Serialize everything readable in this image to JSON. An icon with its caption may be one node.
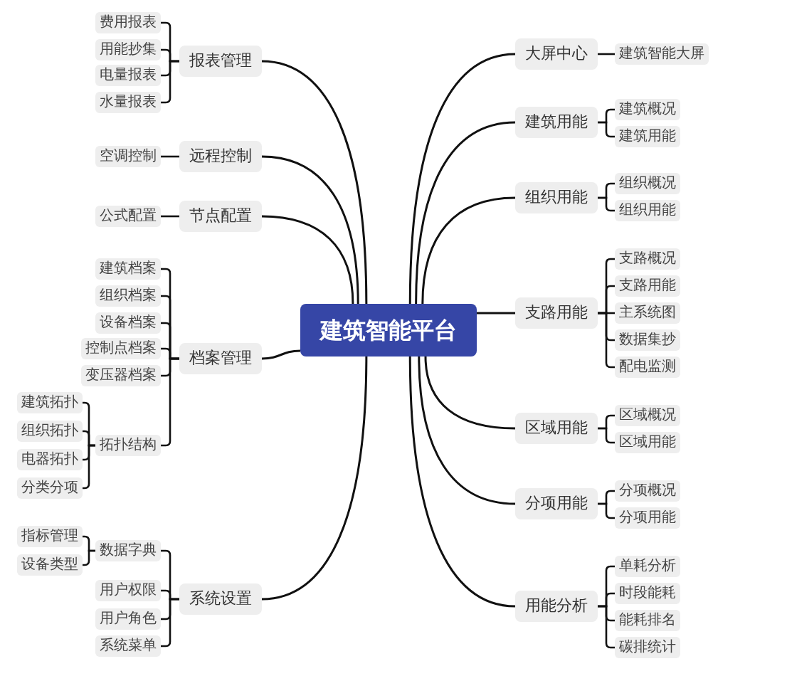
{
  "diagram": {
    "nodes": [
      {
        "text": [
          "建筑智能平台"
        ]
      },
      {
        "text": [
          "报表管理"
        ]
      },
      {
        "text": [
          "费用报表"
        ]
      },
      {
        "text": [
          "用能抄集"
        ]
      },
      {
        "text": [
          "电量报表"
        ]
      },
      {
        "text": [
          "水量报表"
        ]
      },
      {
        "text": [
          "远程控制"
        ]
      },
      {
        "text": [
          "空调控制"
        ]
      },
      {
        "text": [
          "节点配置"
        ]
      },
      {
        "text": [
          "公式配置"
        ]
      },
      {
        "text": [
          "档案管理"
        ]
      },
      {
        "text": [
          "建筑档案"
        ]
      },
      {
        "text": [
          "组织档案"
        ]
      },
      {
        "text": [
          "设备档案"
        ]
      },
      {
        "text": [
          "控制点档案"
        ]
      },
      {
        "text": [
          "变压器档案"
        ]
      },
      {
        "text": [
          "拓扑结构"
        ]
      },
      {
        "text": [
          "建筑拓扑"
        ]
      },
      {
        "text": [
          "组织拓扑"
        ]
      },
      {
        "text": [
          "电器拓扑"
        ]
      },
      {
        "text": [
          "分类分项"
        ]
      },
      {
        "text": [
          "系统设置"
        ]
      },
      {
        "text": [
          "数据字典"
        ]
      },
      {
        "text": [
          "指标管理"
        ]
      },
      {
        "text": [
          "设备类型"
        ]
      },
      {
        "text": [
          "用户权限"
        ]
      },
      {
        "text": [
          "用户角色"
        ]
      },
      {
        "text": [
          "系统菜单"
        ]
      },
      {
        "text": [
          "大屏中心"
        ]
      },
      {
        "text": [
          "建筑智能大屏"
        ]
      },
      {
        "text": [
          "建筑用能"
        ]
      },
      {
        "text": [
          "建筑概况"
        ]
      },
      {
        "text": [
          "建筑用能"
        ]
      },
      {
        "text": [
          "组织用能"
        ]
      },
      {
        "text": [
          "组织概况"
        ]
      },
      {
        "text": [
          "组织用能"
        ]
      },
      {
        "text": [
          "支路用能"
        ]
      },
      {
        "text": [
          "支路概况"
        ]
      },
      {
        "text": [
          "支路用能"
        ]
      },
      {
        "text": [
          "主系统图"
        ]
      },
      {
        "text": [
          "数据集抄"
        ]
      },
      {
        "text": [
          "配电监测"
        ]
      },
      {
        "text": [
          "区域用能"
        ]
      },
      {
        "text": [
          "区域概况"
        ]
      },
      {
        "text": [
          "区域用能"
        ]
      },
      {
        "text": [
          "分项用能"
        ]
      },
      {
        "text": [
          "分项概况"
        ]
      },
      {
        "text": [
          "分项用能"
        ]
      },
      {
        "text": [
          "用能分析"
        ]
      },
      {
        "text": [
          "单耗分析"
        ]
      },
      {
        "text": [
          "时段能耗"
        ]
      },
      {
        "text": [
          "能耗排名"
        ]
      },
      {
        "text": [
          "碳排统计"
        ]
      }
    ],
    "edges": [
      {
        "from": 0,
        "to": 1,
        "arrow": "none"
      },
      {
        "from": 1,
        "to": 2,
        "arrow": "none"
      },
      {
        "from": 1,
        "to": 3,
        "arrow": "none"
      },
      {
        "from": 1,
        "to": 4,
        "arrow": "none"
      },
      {
        "from": 1,
        "to": 5,
        "arrow": "none"
      },
      {
        "from": 0,
        "to": 6,
        "arrow": "none"
      },
      {
        "from": 6,
        "to": 7,
        "arrow": "none"
      },
      {
        "from": 0,
        "to": 8,
        "arrow": "none"
      },
      {
        "from": 8,
        "to": 9,
        "arrow": "none"
      },
      {
        "from": 0,
        "to": 10,
        "arrow": "none"
      },
      {
        "from": 10,
        "to": 11,
        "arrow": "none"
      },
      {
        "from": 10,
        "to": 12,
        "arrow": "none"
      },
      {
        "from": 10,
        "to": 13,
        "arrow": "none"
      },
      {
        "from": 10,
        "to": 14,
        "arrow": "none"
      },
      {
        "from": 10,
        "to": 15,
        "arrow": "none"
      },
      {
        "from": 10,
        "to": 16,
        "arrow": "none"
      },
      {
        "from": 16,
        "to": 17,
        "arrow": "none"
      },
      {
        "from": 16,
        "to": 18,
        "arrow": "none"
      },
      {
        "from": 16,
        "to": 19,
        "arrow": "none"
      },
      {
        "from": 16,
        "to": 20,
        "arrow": "none"
      },
      {
        "from": 0,
        "to": 21,
        "arrow": "none"
      },
      {
        "from": 21,
        "to": 22,
        "arrow": "none"
      },
      {
        "from": 22,
        "to": 23,
        "arrow": "none"
      },
      {
        "from": 22,
        "to": 24,
        "arrow": "none"
      },
      {
        "from": 21,
        "to": 25,
        "arrow": "none"
      },
      {
        "from": 21,
        "to": 26,
        "arrow": "none"
      },
      {
        "from": 21,
        "to": 27,
        "arrow": "none"
      },
      {
        "from": 0,
        "to": 28,
        "arrow": "none"
      },
      {
        "from": 28,
        "to": 29,
        "arrow": "none"
      },
      {
        "from": 0,
        "to": 30,
        "arrow": "none"
      },
      {
        "from": 30,
        "to": 31,
        "arrow": "none"
      },
      {
        "from": 30,
        "to": 32,
        "arrow": "none"
      },
      {
        "from": 0,
        "to": 33,
        "arrow": "none"
      },
      {
        "from": 33,
        "to": 34,
        "arrow": "none"
      },
      {
        "from": 33,
        "to": 35,
        "arrow": "none"
      },
      {
        "from": 0,
        "to": 36,
        "arrow": "none"
      },
      {
        "from": 36,
        "to": 37,
        "arrow": "none"
      },
      {
        "from": 36,
        "to": 38,
        "arrow": "none"
      },
      {
        "from": 36,
        "to": 39,
        "arrow": "none"
      },
      {
        "from": 36,
        "to": 40,
        "arrow": "none"
      },
      {
        "from": 36,
        "to": 41,
        "arrow": "none"
      },
      {
        "from": 0,
        "to": 42,
        "arrow": "none"
      },
      {
        "from": 42,
        "to": 43,
        "arrow": "none"
      },
      {
        "from": 42,
        "to": 44,
        "arrow": "none"
      },
      {
        "from": 0,
        "to": 45,
        "arrow": "none"
      },
      {
        "from": 45,
        "to": 46,
        "arrow": "none"
      },
      {
        "from": 45,
        "to": 47,
        "arrow": "none"
      },
      {
        "from": 0,
        "to": 48,
        "arrow": "none"
      },
      {
        "from": 48,
        "to": 49,
        "arrow": "none"
      },
      {
        "from": 48,
        "to": 50,
        "arrow": "none"
      },
      {
        "from": 48,
        "to": 51,
        "arrow": "none"
      },
      {
        "from": 48,
        "to": 52,
        "arrow": "none"
      }
    ]
  }
}
